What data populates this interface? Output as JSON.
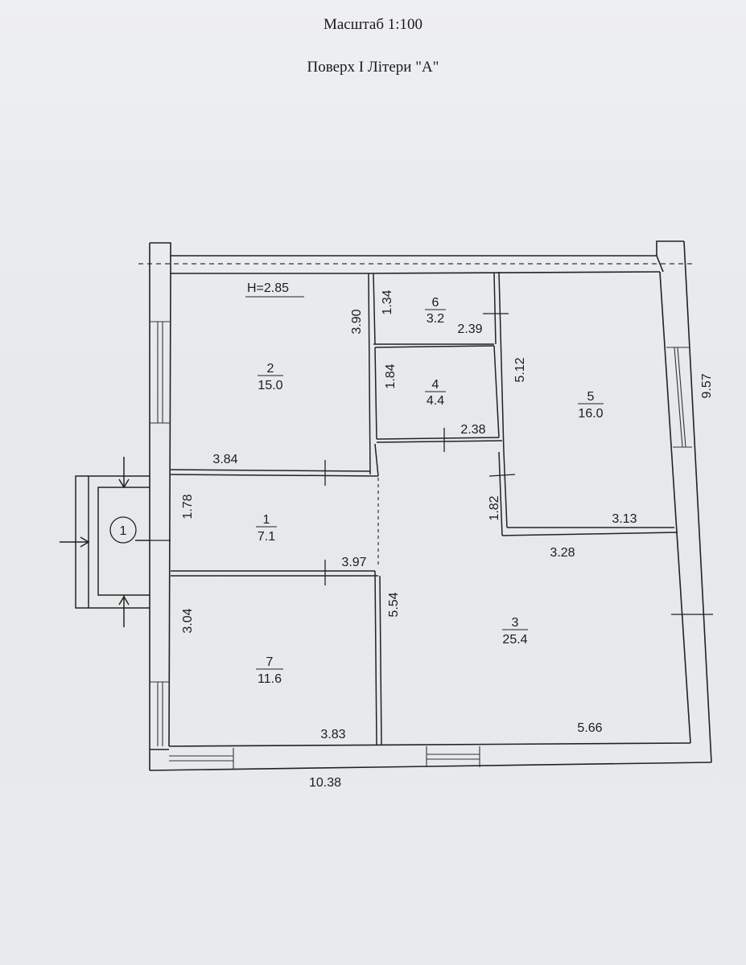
{
  "header": {
    "scale": "Масштаб 1:100",
    "floor": "Поверх І Літери \"А\""
  },
  "height_label": "H=2.85",
  "rooms": [
    {
      "number": "1",
      "area": "7.1"
    },
    {
      "number": "2",
      "area": "15.0"
    },
    {
      "number": "3",
      "area": "25.4"
    },
    {
      "number": "4",
      "area": "4.4"
    },
    {
      "number": "5",
      "area": "16.0"
    },
    {
      "number": "6",
      "area": "3.2"
    },
    {
      "number": "7",
      "area": "11.6"
    }
  ],
  "dimensions": {
    "room2_width": "3.84",
    "room2_height": "3.90",
    "room6_height": "1.34",
    "room6_width": "2.39",
    "room4_height": "1.84",
    "room4_width": "2.38",
    "room5_height": "5.12",
    "total_right": "9.57",
    "room1_height": "1.78",
    "room1_width": "3.97",
    "step_height": "1.82",
    "room5_width": "3.13",
    "room3_top_width": "3.28",
    "room7_height": "3.04",
    "room3_height": "5.54",
    "room7_width": "3.83",
    "room3_width": "5.66",
    "total_width": "10.38"
  },
  "entrance_marker": "1"
}
